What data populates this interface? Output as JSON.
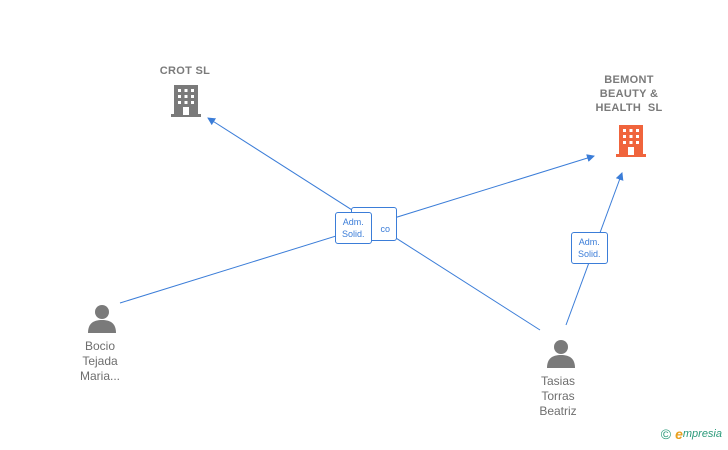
{
  "companies": {
    "crot": {
      "name": "CROT SL",
      "icon": "building-icon",
      "color": "#7a7a7a"
    },
    "bemont": {
      "name_lines": [
        "BEMONT",
        "BEAUTY &",
        "HEALTH  SL"
      ],
      "icon": "building-icon",
      "color": "#f0643c"
    }
  },
  "persons": {
    "bocio": {
      "name_lines": [
        "Bocio",
        "Tejada",
        "Maria..."
      ],
      "icon": "person-icon"
    },
    "tasias": {
      "name_lines": [
        "Tasias",
        "Torras",
        "Beatriz"
      ],
      "icon": "person-icon"
    }
  },
  "relations": {
    "bocio_bemont": {
      "lines": [
        "Adm.",
        "Solid."
      ]
    },
    "tasias_crot_hidden_suffix": "co",
    "tasias_bemont": {
      "lines": [
        "Adm.",
        "Solid."
      ]
    }
  },
  "colors": {
    "edge": "#3b7dd8",
    "person": "#7a7a7a"
  },
  "footer": {
    "copyright": "©",
    "brand_initial": "e",
    "brand_rest": "mpresia"
  }
}
